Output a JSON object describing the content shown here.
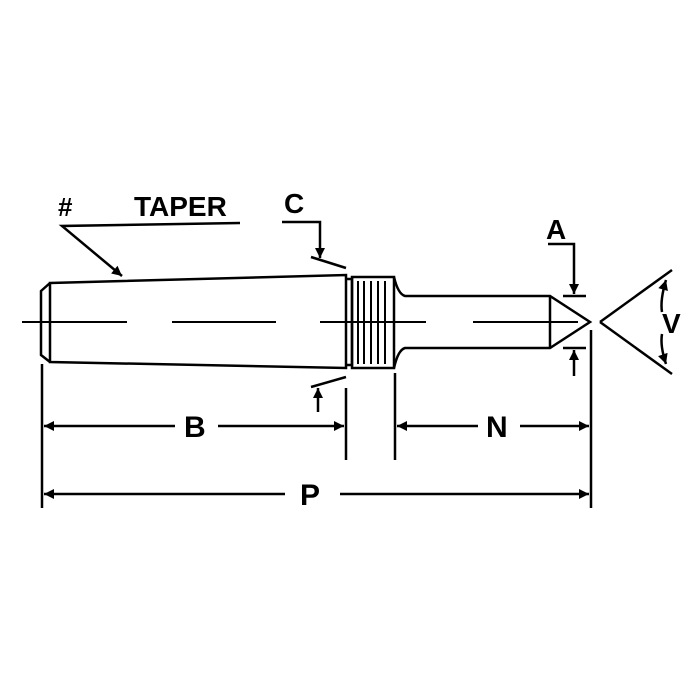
{
  "labels": {
    "hash": "#",
    "taper": "TAPER",
    "c": "C",
    "a": "A",
    "v": "V",
    "b": "B",
    "n": "N",
    "p": "P"
  },
  "colors": {
    "line": "#000000",
    "background": "#ffffff"
  }
}
